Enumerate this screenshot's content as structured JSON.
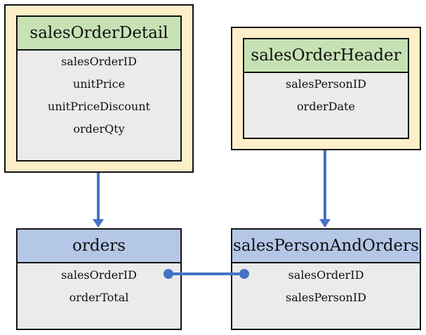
{
  "colors": {
    "outer_fill": "#fdf0c8",
    "header_green": "#c6e2b4",
    "header_blue": "#b4c7e7",
    "body_fill": "#ebebeb",
    "connector": "#4472c4"
  },
  "tables": {
    "sales_order_detail": {
      "title": "salesOrderDetail",
      "fields": [
        "salesOrderID",
        "unitPrice",
        "unitPriceDiscount",
        "orderQty"
      ]
    },
    "sales_order_header": {
      "title": "salesOrderHeader",
      "fields": [
        "salesPersonID",
        "orderDate"
      ]
    },
    "orders": {
      "title": "orders",
      "fields": [
        "salesOrderID",
        "orderTotal"
      ]
    },
    "sales_person_and_orders": {
      "title": "salesPersonAndOrders",
      "fields": [
        "salesOrderID",
        "salesPersonID"
      ]
    }
  }
}
